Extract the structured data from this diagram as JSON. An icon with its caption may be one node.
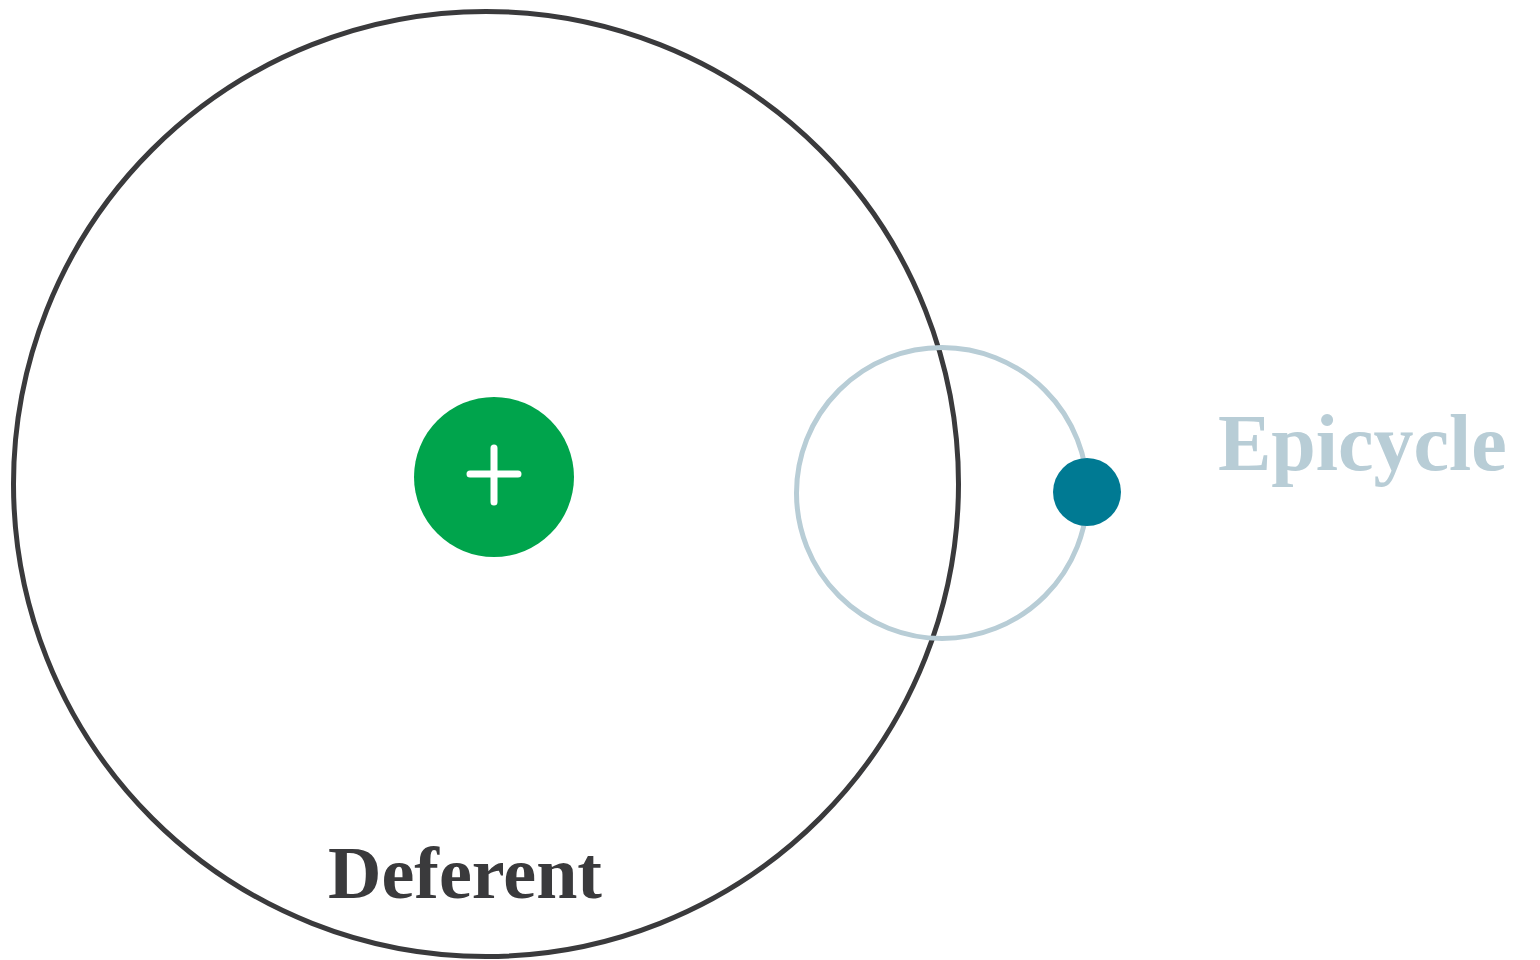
{
  "diagram": {
    "nodes": [
      {
        "text": [
          "Deferent"
        ]
      },
      {
        "text": [],
        "shape": "circle",
        "in": 0
      },
      {
        "text": [
          "Epicycle"
        ]
      },
      {
        "text": [],
        "shape": "circle"
      }
    ]
  }
}
